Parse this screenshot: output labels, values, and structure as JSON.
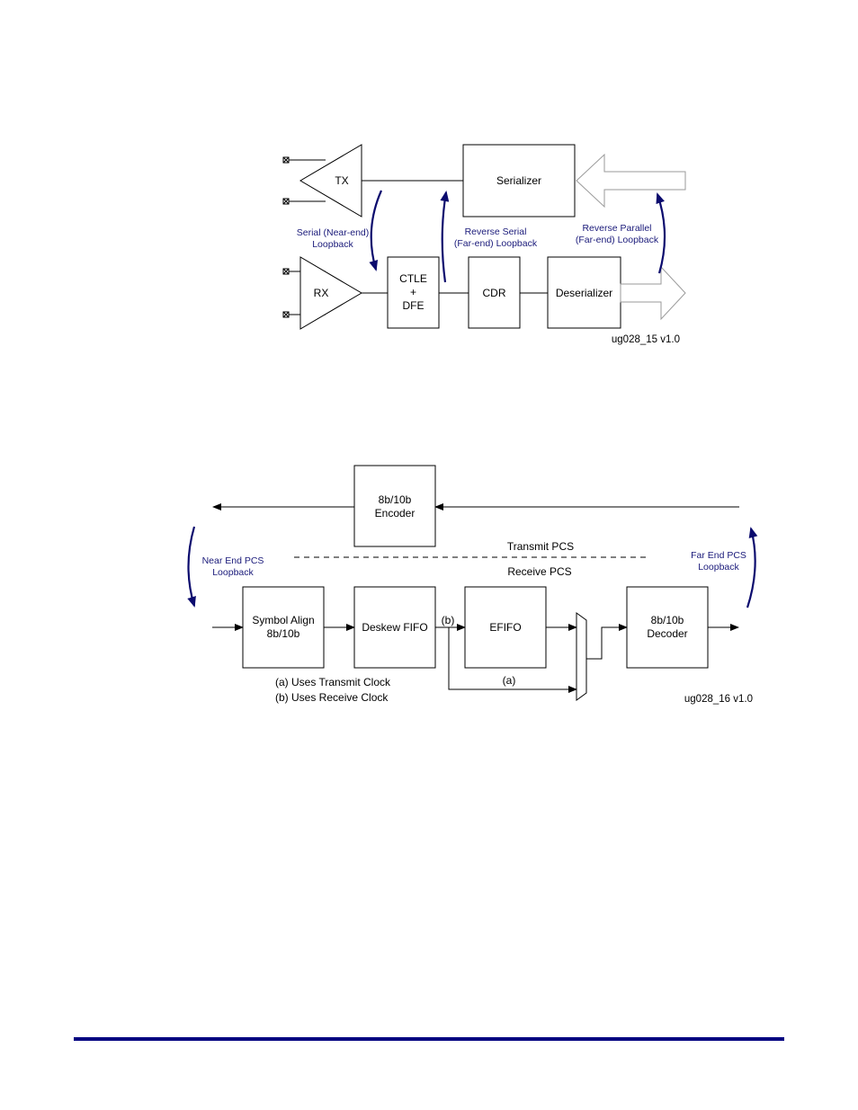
{
  "colors": {
    "loopback": "#0b0b6e",
    "footer_rule": "#000080",
    "loopback_text": "#1a1a7a"
  },
  "figure1": {
    "tx": "TX",
    "rx": "RX",
    "serializer": "Serializer",
    "ctle_line1": "CTLE",
    "ctle_line2": "+",
    "ctle_line3": "DFE",
    "cdr": "CDR",
    "deserializer": "Deserializer",
    "serial_near_end_line1": "Serial (Near-end)",
    "serial_near_end_line2": "Loopback",
    "reverse_serial_line1": "Reverse Serial",
    "reverse_serial_line2": "(Far-end) Loopback",
    "reverse_parallel_line1": "Reverse Parallel",
    "reverse_parallel_line2": "(Far-end) Loopback",
    "figure_id": "ug028_15 v1.0"
  },
  "figure2": {
    "encoder_line1": "8b/10b",
    "encoder_line2": "Encoder",
    "transmit_pcs": "Transmit PCS",
    "receive_pcs": "Receive PCS",
    "near_end_line1": "Near End PCS",
    "near_end_line2": "Loopback",
    "far_end_line1": "Far End PCS",
    "far_end_line2": "Loopback",
    "symbol_align_line1": "Symbol Align",
    "symbol_align_line2": "8b/10b",
    "deskew_fifo": "Deskew FIFO",
    "efifo": "EFIFO",
    "decoder_line1": "8b/10b",
    "decoder_line2": "Decoder",
    "path_b": "(b)",
    "path_a": "(a)",
    "note_a": "(a) Uses Transmit Clock",
    "note_b": "(b) Uses Receive Clock",
    "figure_id": "ug028_16 v1.0"
  }
}
